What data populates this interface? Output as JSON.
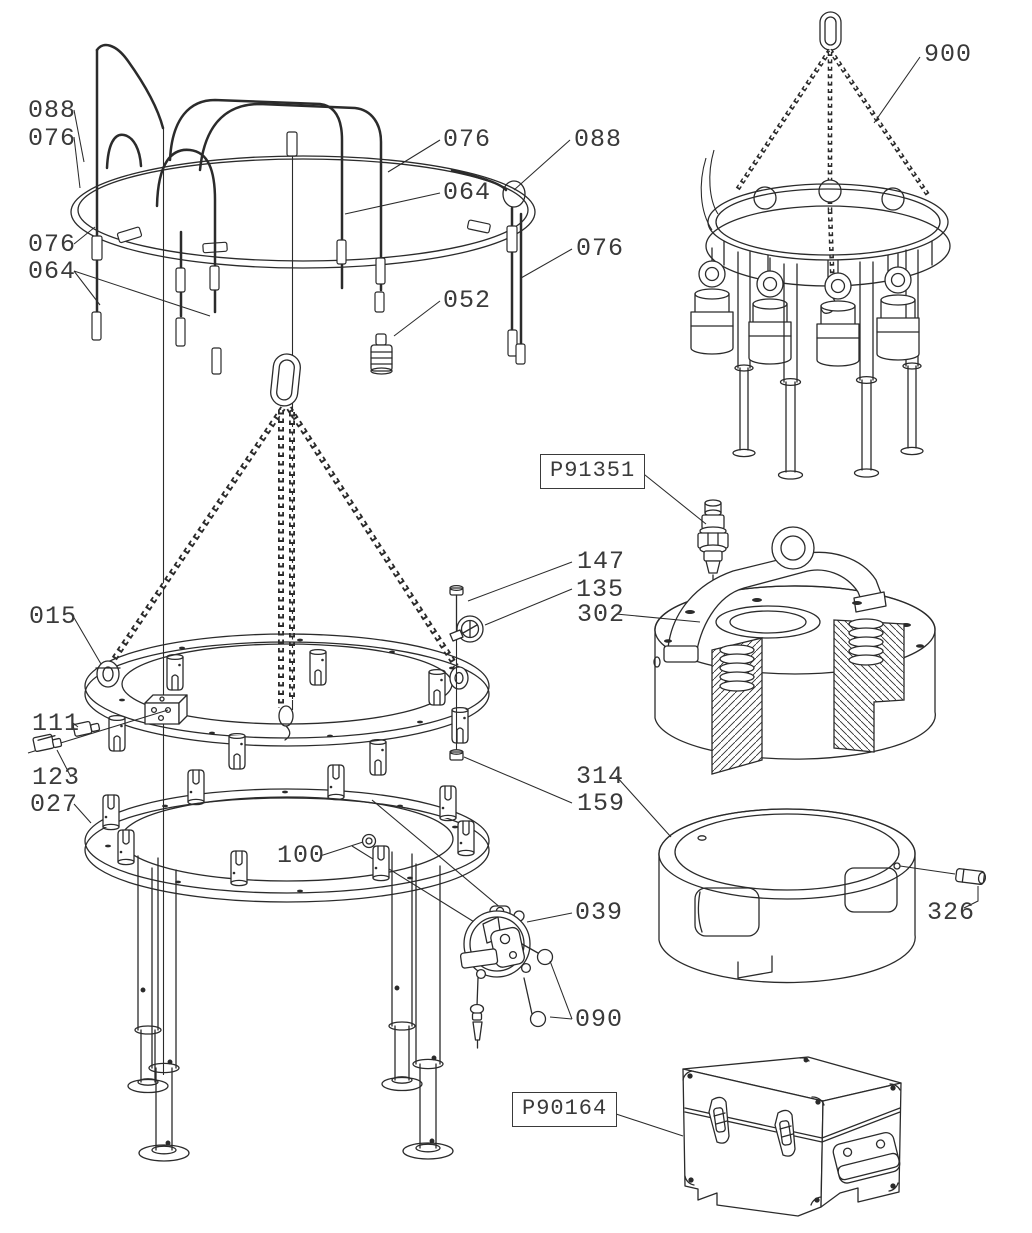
{
  "diagram": {
    "type": "exploded-parts-technical-drawing",
    "background": "#ffffff",
    "line_color": "#2b2b2b",
    "callouts": {
      "hose_088_left": "088",
      "hose_076_left_upper": "076",
      "hose_076_left_lower": "076",
      "hose_064_left": "064",
      "hose_076_top": "076",
      "hose_064_mid": "064",
      "hose_088_right": "088",
      "hose_076_right": "076",
      "hose_052": "052",
      "assembly_900": "900",
      "fitting_p91351": "P91351",
      "screw_147": "147",
      "clamp_135": "135",
      "cylinder_302": "302",
      "ring_015": "015",
      "fitting_111": "111",
      "fitting_123": "123",
      "ring_027": "027",
      "sleeve_314": "314",
      "nut_159": "159",
      "nut_100": "100",
      "balancer_039": "039",
      "pin_326": "326",
      "knob_090": "090",
      "case_p90164": "P90164"
    }
  }
}
